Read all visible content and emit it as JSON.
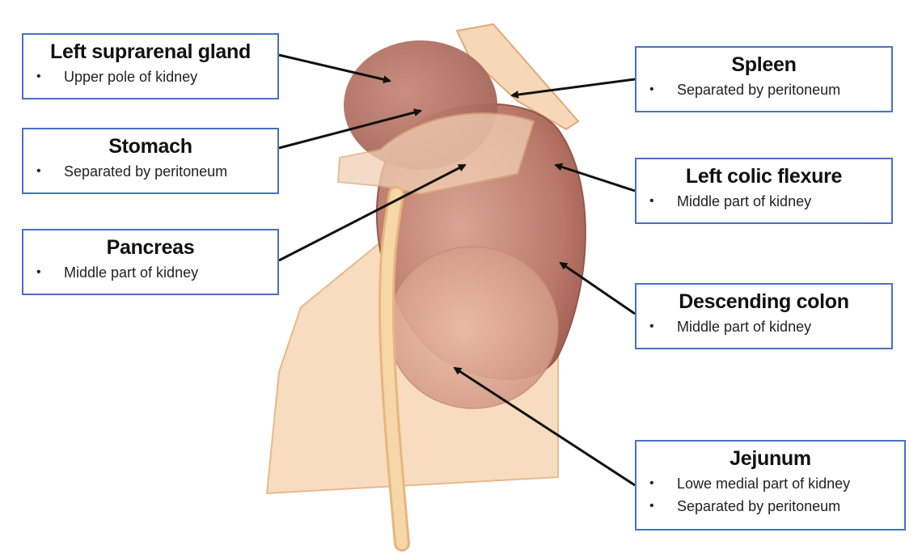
{
  "labels": {
    "suprarenal": {
      "title": "Left suprarenal gland",
      "bullets": [
        "Upper pole of kidney"
      ]
    },
    "stomach": {
      "title": "Stomach",
      "bullets": [
        "Separated by peritoneum"
      ]
    },
    "pancreas": {
      "title": "Pancreas",
      "bullets": [
        "Middle part of kidney"
      ]
    },
    "spleen": {
      "title": "Spleen",
      "bullets": [
        "Separated by peritoneum"
      ]
    },
    "colic_flexure": {
      "title": "Left colic flexure",
      "bullets": [
        "Middle part of kidney"
      ]
    },
    "descending_colon": {
      "title": "Descending colon",
      "bullets": [
        "Middle part of kidney"
      ]
    },
    "jejunum": {
      "title": "Jejunum",
      "bullets": [
        "Lowe medial part of kidney",
        "Separated by peritoneum"
      ]
    }
  },
  "bullet_glyph": "•",
  "colors": {
    "box_border": "#4a6fc7",
    "arrow": "#111111",
    "kidney": "#b97a6a",
    "kidney_dark": "#9c5a4d",
    "peritoneum": "#f7d5b2",
    "suprarenal": "#a86a5e",
    "ureter": "#f2cfa0"
  }
}
